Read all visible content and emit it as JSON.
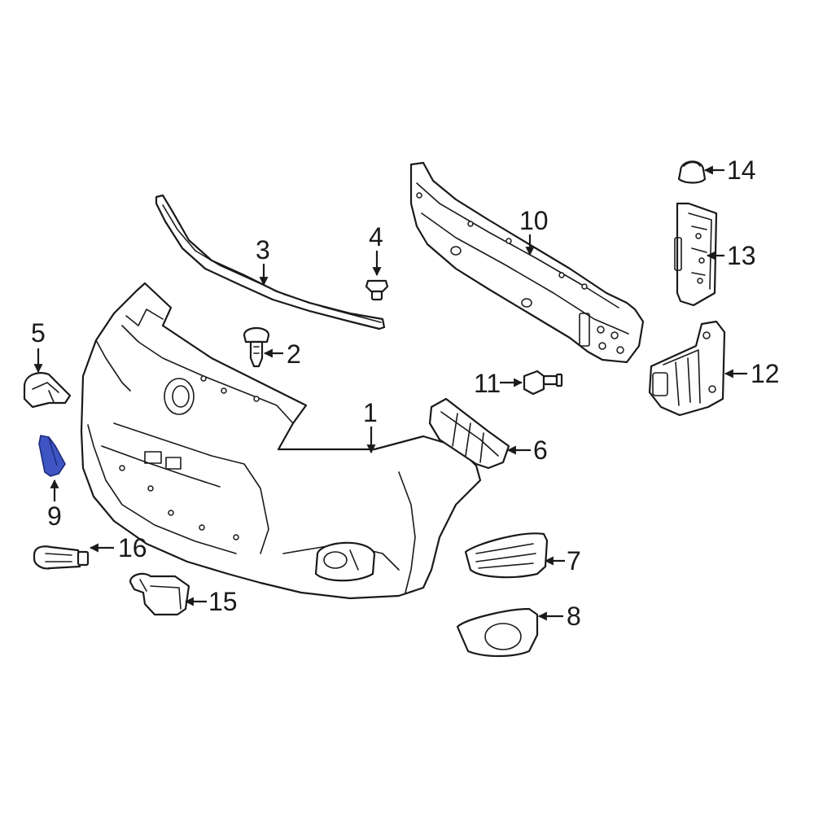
{
  "diagram": {
    "highlight_color": "#3f55c4",
    "line_color": "#1a1a1a",
    "callouts": [
      {
        "id": "1",
        "label": "1"
      },
      {
        "id": "2",
        "label": "2"
      },
      {
        "id": "3",
        "label": "3"
      },
      {
        "id": "4",
        "label": "4"
      },
      {
        "id": "5",
        "label": "5"
      },
      {
        "id": "6",
        "label": "6"
      },
      {
        "id": "7",
        "label": "7"
      },
      {
        "id": "8",
        "label": "8"
      },
      {
        "id": "9",
        "label": "9",
        "highlighted": true
      },
      {
        "id": "10",
        "label": "10"
      },
      {
        "id": "11",
        "label": "11"
      },
      {
        "id": "12",
        "label": "12"
      },
      {
        "id": "13",
        "label": "13"
      },
      {
        "id": "14",
        "label": "14"
      },
      {
        "id": "15",
        "label": "15"
      },
      {
        "id": "16",
        "label": "16"
      }
    ]
  }
}
